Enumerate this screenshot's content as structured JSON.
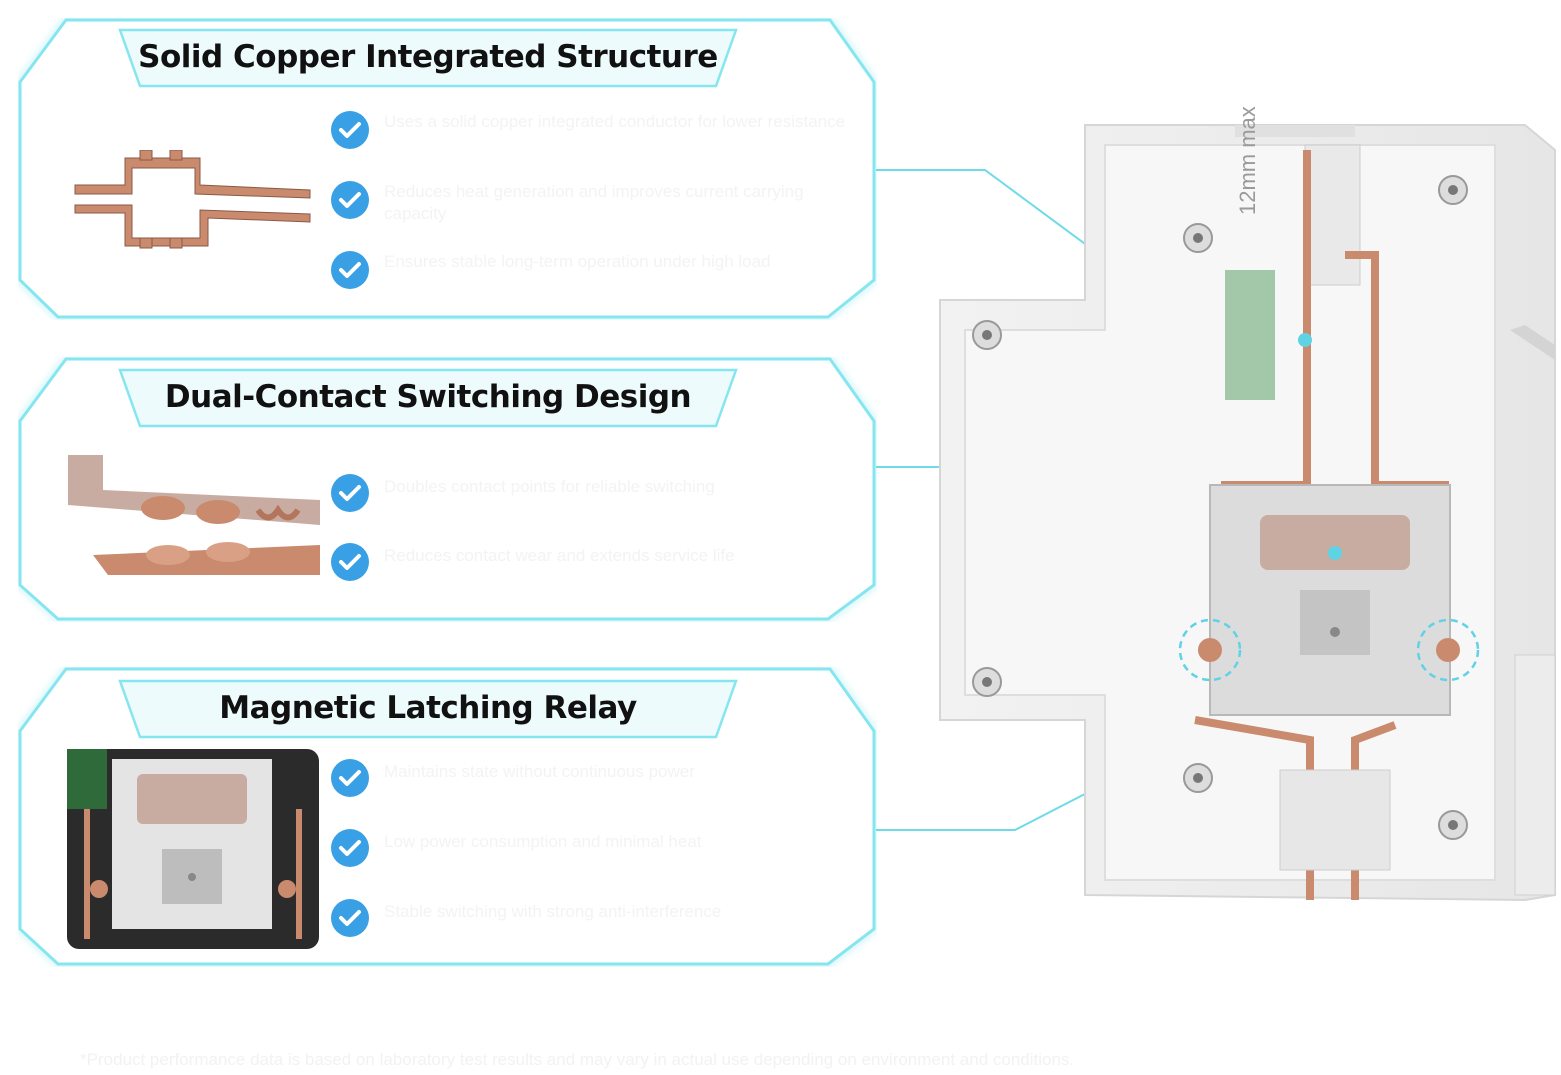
{
  "panels": [
    {
      "title": "Solid Copper Integrated Structure",
      "features": [
        "Uses a solid copper integrated conductor for lower resistance",
        "Reduces heat generation and improves current carrying capacity",
        "Ensures stable long-term operation under high load"
      ]
    },
    {
      "title": "Dual-Contact Switching Design",
      "features": [
        "Doubles contact points for reliable switching",
        "Reduces contact wear and extends service life"
      ]
    },
    {
      "title": "Magnetic Latching Relay",
      "features": [
        "Maintains state without continuous power",
        "Low power consumption and minimal heat",
        "Stable switching with strong anti-interference"
      ]
    }
  ],
  "footnote": "*Product performance data is based on laboratory test results and may vary in actual use depending on environment and conditions.",
  "device_label": "12mm max",
  "colors": {
    "accent": "#7fe3ee",
    "check": "#3aa0e6",
    "copper": "#c98a6e",
    "callout": "#5fd3e4"
  }
}
